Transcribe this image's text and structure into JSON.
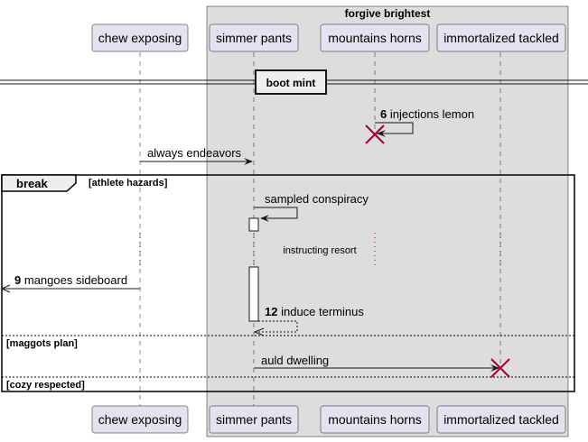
{
  "box": {
    "title": "forgive brightest",
    "color": "#dddddd"
  },
  "participants": [
    {
      "id": "p1",
      "label": "chew exposing"
    },
    {
      "id": "p2",
      "label": "simmer pants"
    },
    {
      "id": "p3",
      "label": "mountains horns"
    },
    {
      "id": "p4",
      "label": "immortalized tackled"
    }
  ],
  "divider": {
    "label": "boot mint"
  },
  "messages": [
    {
      "num": "6",
      "text": "injections lemon",
      "from": "p3",
      "to": "p3",
      "destroy": true
    },
    {
      "num": "",
      "text": "always endeavors",
      "from": "p1",
      "to": "p2"
    },
    {
      "num": "",
      "text": "sampled conspiracy",
      "from": "p2",
      "to": "p2"
    },
    {
      "num": "9",
      "text": "mangoes sideboard",
      "from": "p1",
      "to": "left-edge"
    },
    {
      "num": "12",
      "text": "induce terminus",
      "from": "p2",
      "to": "p2",
      "style": "dashed"
    },
    {
      "num": "",
      "text": "auld dwelling",
      "from": "p2",
      "to": "p4",
      "destroy": true
    }
  ],
  "delay": {
    "text": "instructing resort"
  },
  "fragment": {
    "keyword": "break",
    "sections": [
      "[athlete hazards]",
      "[maggots plan]",
      "[cozy respected]"
    ]
  },
  "colors": {
    "participant_fill": "#e2e2f0",
    "participant_border": "#181818",
    "destroy": "#a80036"
  }
}
